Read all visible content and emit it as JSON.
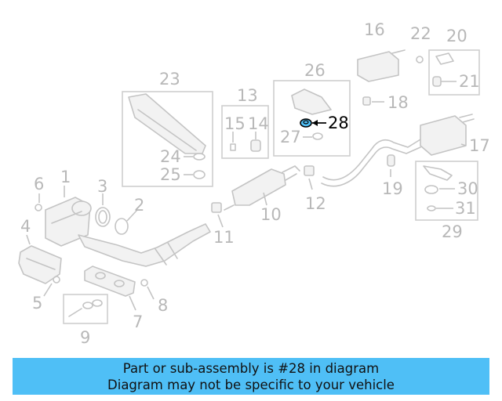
{
  "diagram": {
    "highlight_color": "#4fbff6",
    "highlighted_part": "28",
    "labels": {
      "n1": "1",
      "n2": "2",
      "n3": "3",
      "n4": "4",
      "n5": "5",
      "n6": "6",
      "n7": "7",
      "n8": "8",
      "n9": "9",
      "n10": "10",
      "n11": "11",
      "n12": "12",
      "n13": "13",
      "n14": "14",
      "n15": "15",
      "n16": "16",
      "n17": "17",
      "n18": "18",
      "n19": "19",
      "n20": "20",
      "n21": "21",
      "n22": "22",
      "n23": "23",
      "n24": "24",
      "n25": "25",
      "n26": "26",
      "n27": "27",
      "n28": "28",
      "n29": "29",
      "n30": "30",
      "n31": "31"
    }
  },
  "banner": {
    "line1": "Part or sub-assembly is #28 in diagram",
    "line2": "Diagram may not be specific to your vehicle",
    "color": "#4fbff6"
  }
}
